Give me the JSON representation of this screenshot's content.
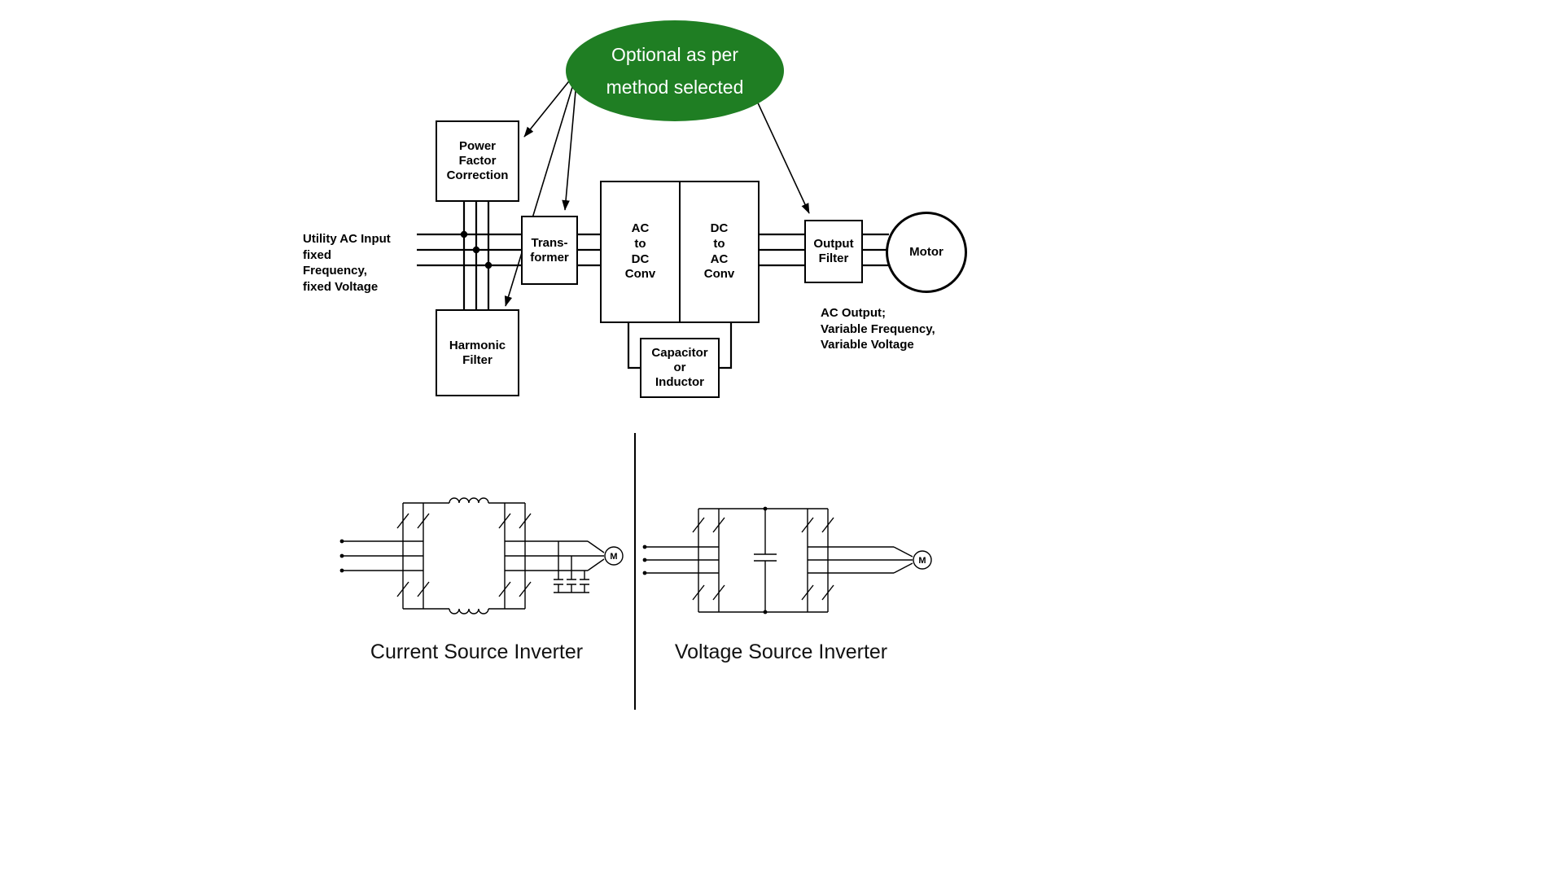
{
  "colors": {
    "ellipse_green": "#1f7e23",
    "ink": "#000000"
  },
  "annotation": {
    "line1": "Optional as per",
    "line2": "method selected"
  },
  "blocks": {
    "pfc": "Power\nFactor\nCorrection",
    "transformer": "Trans-\nformer",
    "ac_dc": "AC\nto\nDC\nConv",
    "dc_ac": "DC\nto\nAC\nConv",
    "output_filter": "Output\nFilter",
    "motor": "Motor",
    "capacitor_inductor": "Capacitor\nor\nInductor",
    "harmonic_filter": "Harmonic\nFilter"
  },
  "labels": {
    "utility_input": "Utility AC Input\nfixed\nFrequency,\nfixed Voltage",
    "ac_output": "AC Output;\nVariable Frequency,\nVariable Voltage",
    "csi": "Current Source Inverter",
    "vsi": "Voltage Source Inverter",
    "motor_symbol": "M"
  }
}
